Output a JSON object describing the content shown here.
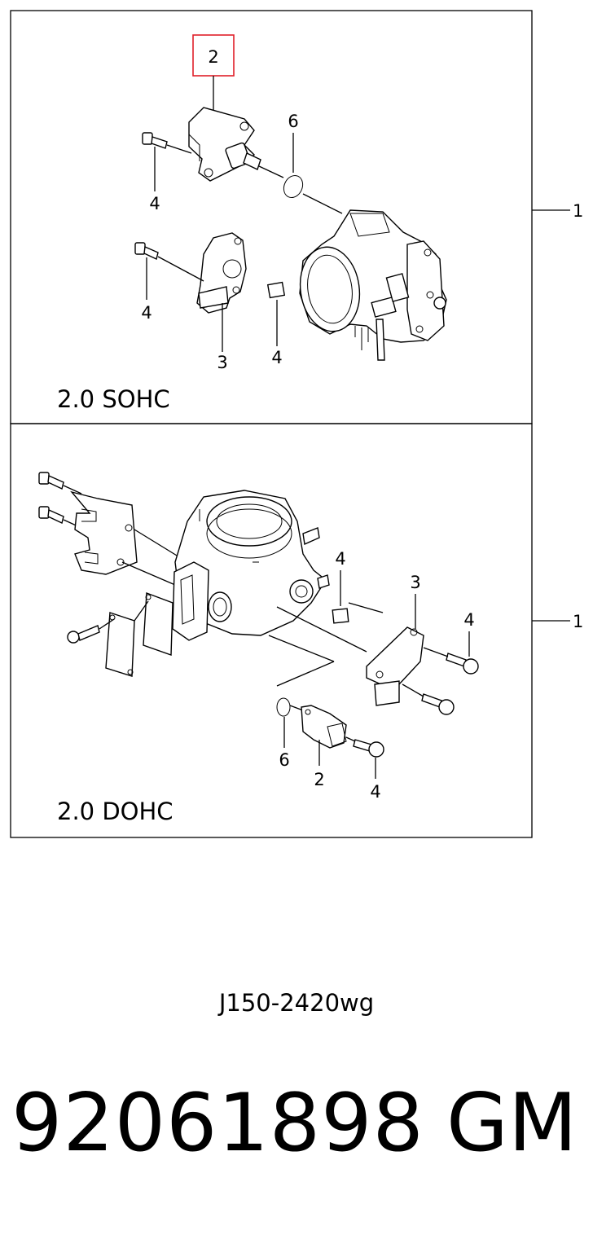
{
  "panels": {
    "top": {
      "title": "2.0 SOHC",
      "assembly_ref": "1",
      "callouts": [
        "2",
        "6",
        "4",
        "4",
        "3",
        "4"
      ]
    },
    "bottom": {
      "title": "2.0 DOHC",
      "assembly_ref": "1",
      "callouts": [
        "4",
        "3",
        "4",
        "6",
        "2",
        "4"
      ]
    }
  },
  "highlight_color": "#e0202a",
  "drawing_code": "J150-2420wg",
  "part_number": "92061898",
  "brand": "GM"
}
